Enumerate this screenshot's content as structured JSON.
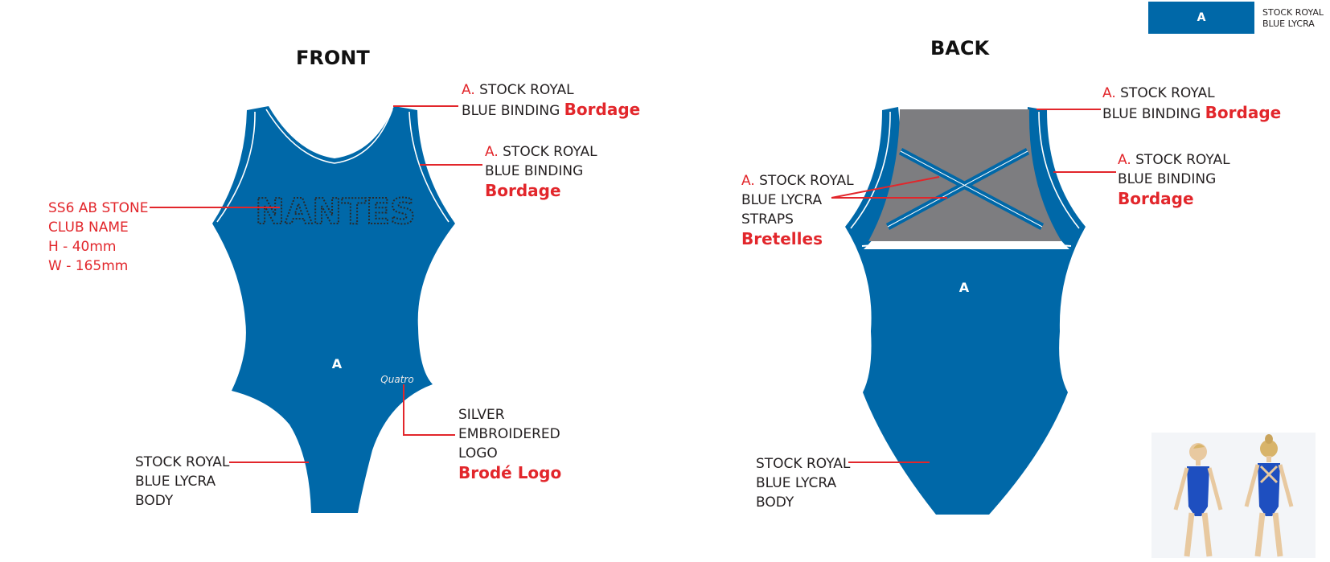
{
  "colors": {
    "royal_blue": "#0068a8",
    "grey_lycra": "#7d7d80",
    "annotation_red": "#e2262b",
    "text": "#231f20"
  },
  "swatch": {
    "code": "A",
    "label_line1": "STOCK ROYAL",
    "label_line2": "BLUE LYCRA"
  },
  "front": {
    "title": "FRONT",
    "body_code": "A",
    "brand_logo": "Quatro",
    "club_text": "NANTES",
    "neck_binding": {
      "code": "A.",
      "line1": "STOCK ROYAL",
      "line2": "BLUE BINDING",
      "french": "Bordage"
    },
    "arm_binding": {
      "code": "A.",
      "line1": "STOCK ROYAL",
      "line2": "BLUE BINDING",
      "french": "Bordage"
    },
    "stone": {
      "line1": "SS6 AB STONE",
      "line2": "CLUB NAME",
      "line3": "H - 40mm",
      "line4": "W - 165mm"
    },
    "logo": {
      "line1": "SILVER",
      "line2": "EMBROIDERED",
      "line3": "LOGO",
      "french": "Brodé Logo"
    },
    "body": {
      "line1": "STOCK ROYAL",
      "line2": "BLUE LYCRA",
      "line3": "BODY"
    }
  },
  "back": {
    "title": "BACK",
    "body_code": "A",
    "neck_binding": {
      "code": "A.",
      "line1": "STOCK ROYAL",
      "line2": "BLUE BINDING",
      "french": "Bordage"
    },
    "arm_binding": {
      "code": "A.",
      "line1": "STOCK ROYAL",
      "line2": "BLUE BINDING",
      "french": "Bordage"
    },
    "straps": {
      "code": "A.",
      "line1": "STOCK ROYAL",
      "line2": "BLUE LYCRA",
      "line3": "STRAPS",
      "french": "Bretelles"
    },
    "body": {
      "line1": "STOCK ROYAL",
      "line2": "BLUE LYCRA",
      "line3": "BODY"
    }
  }
}
